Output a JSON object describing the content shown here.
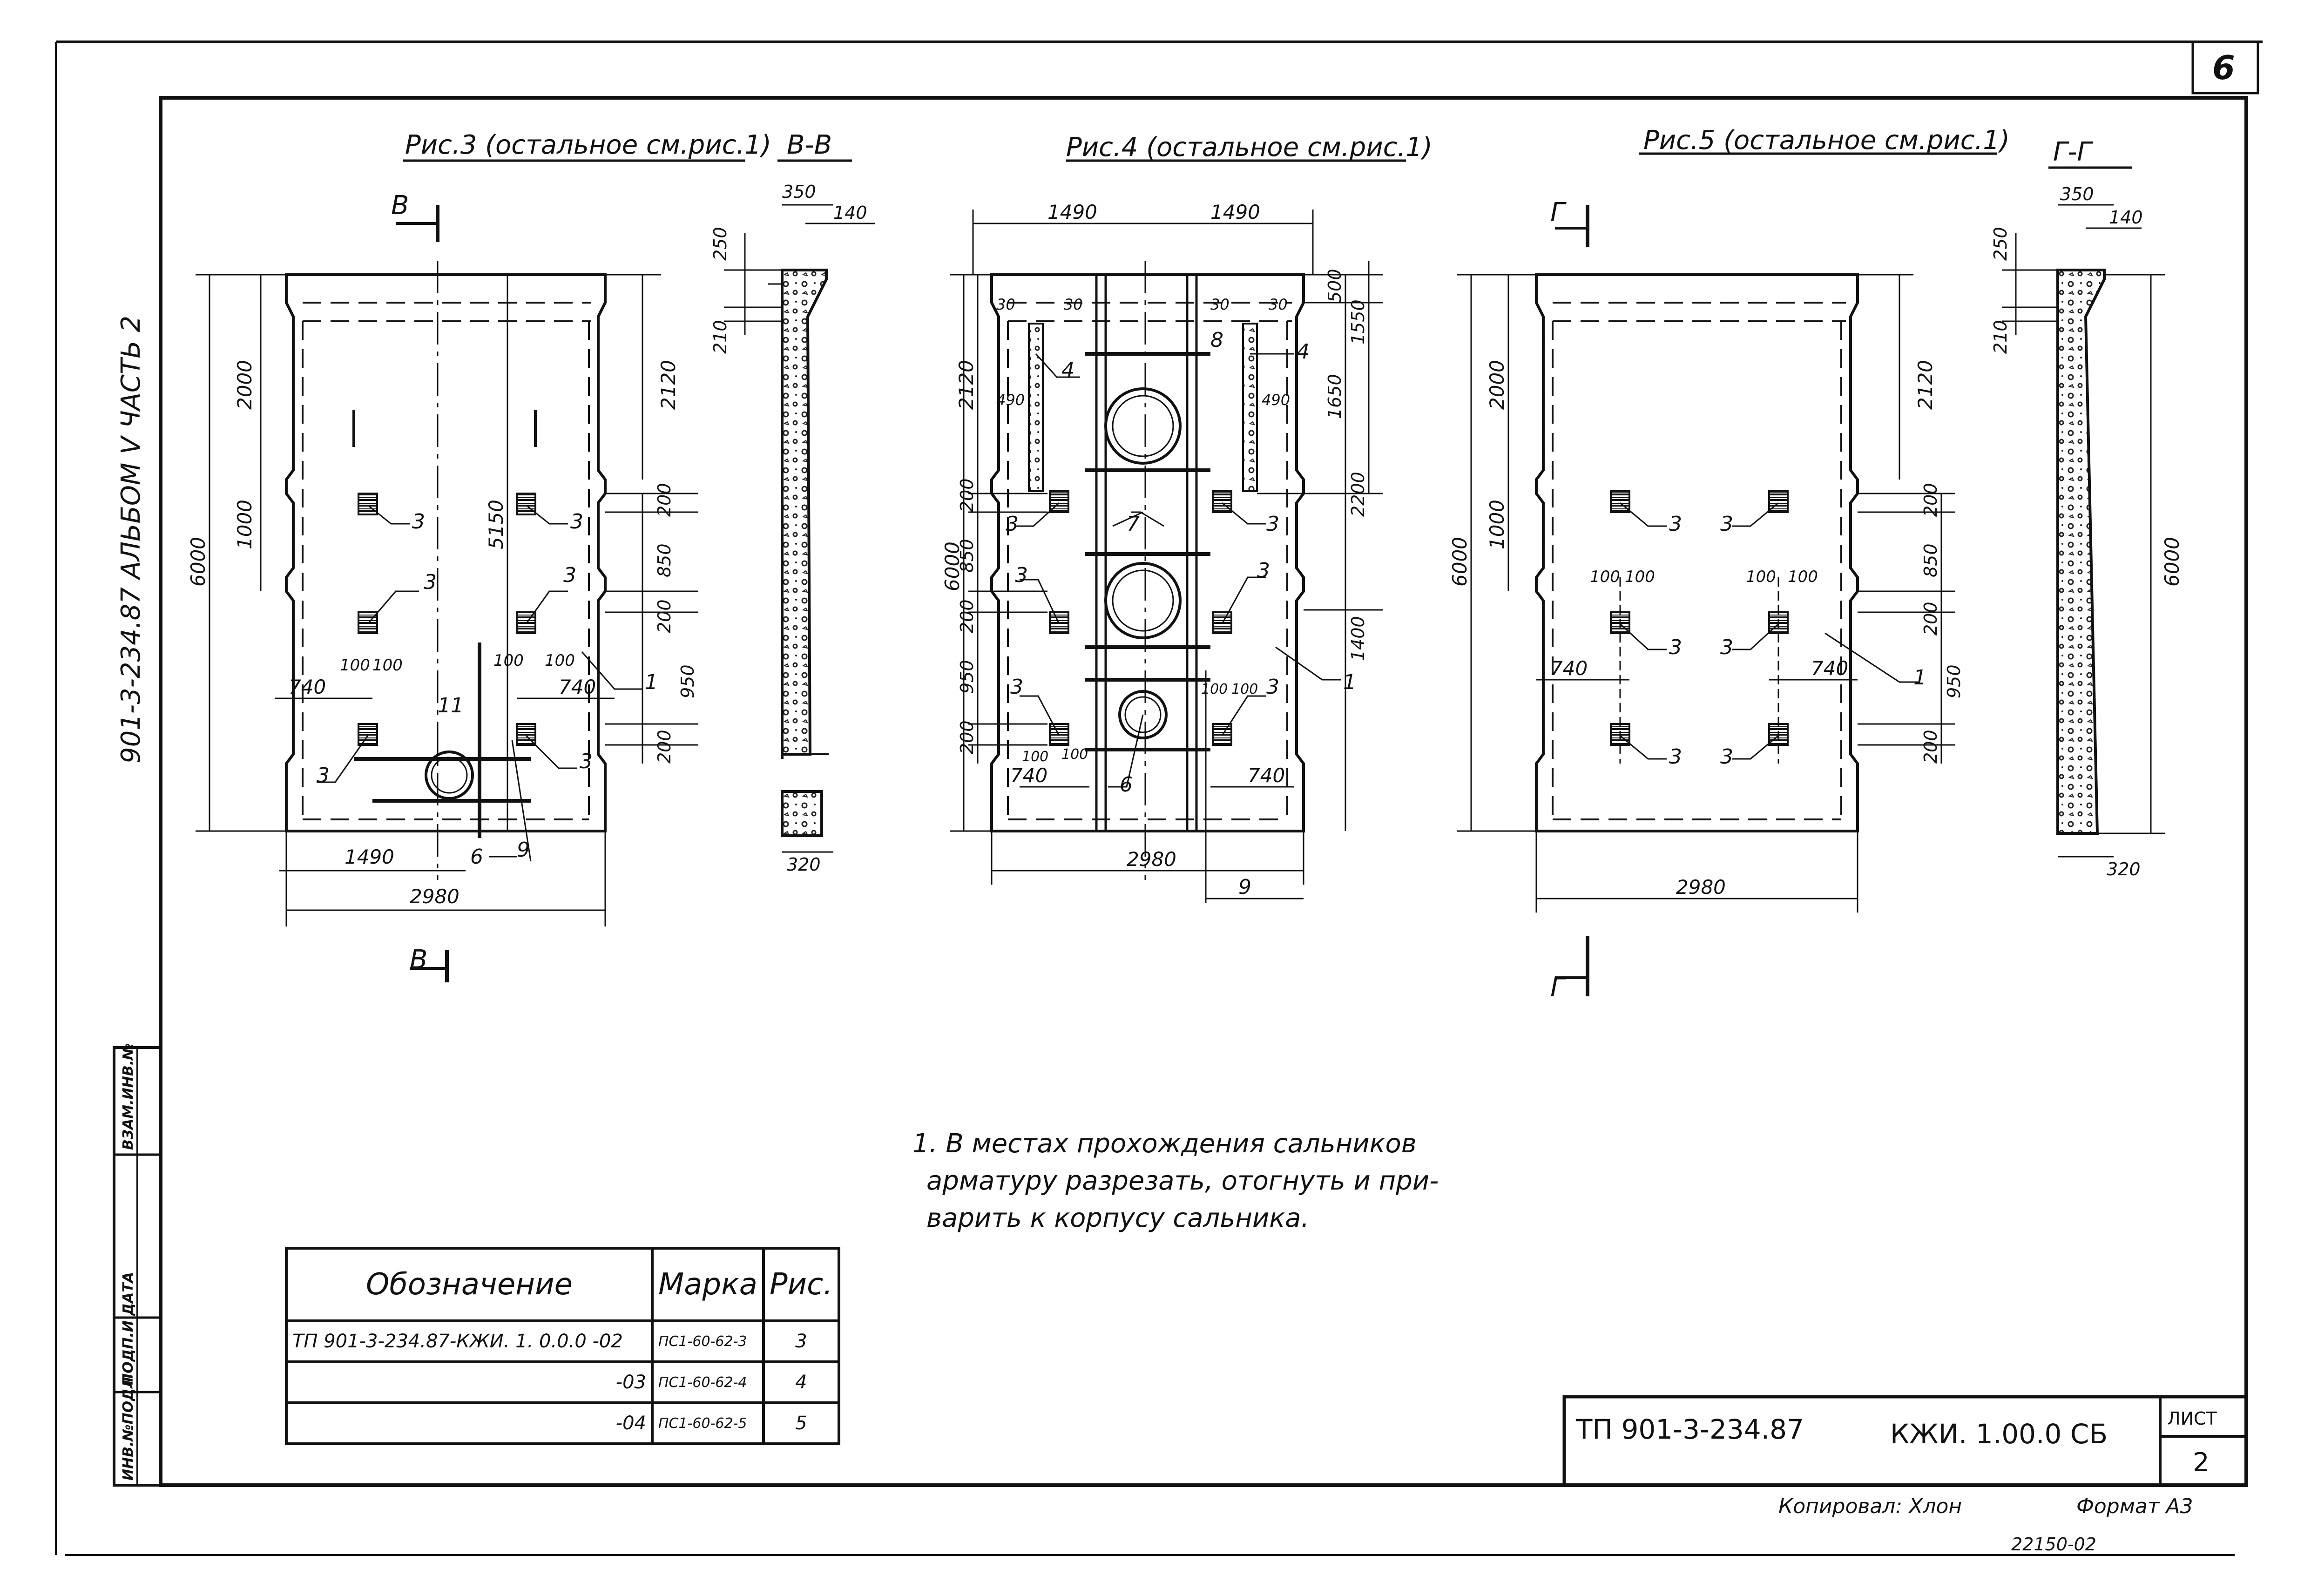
{
  "sheet_number": "6",
  "side_label": "901-3-234.87  АЛЬБОМ V  ЧАСТЬ 2",
  "stamp_column": [
    "ИНВ.№ПОДЛ",
    "ПОДП.И ДАТА",
    "ВЗАМ.ИНВ.№"
  ],
  "fig3": {
    "title": "Рис.3 (остальное см.рис.1)",
    "section": "В-В",
    "section_mark": "В",
    "dims": {
      "top_350": "350",
      "top_140": "140",
      "bot_320": "320",
      "d250": "250",
      "d210": "210",
      "left_6000": "6000",
      "left_2000": "2000",
      "left_1000": "1000",
      "mid_5150": "5150",
      "right_2120": "2120",
      "r200a": "200",
      "r850": "850",
      "r200b": "200",
      "r950": "950",
      "r200c": "200",
      "w740a": "740",
      "w740b": "740",
      "w100a": "100",
      "w100b": "100",
      "w100c": "100",
      "w100d": "100",
      "w1490": "1490",
      "w2980": "2980"
    },
    "callouts": {
      "c1": "1",
      "c3a": "3",
      "c3b": "3",
      "c3c": "3",
      "c3d": "3",
      "c3e": "3",
      "c3f": "3",
      "c6": "6",
      "c9": "9",
      "c11": "11"
    }
  },
  "fig4": {
    "title": "Рис.4 (остальное см.рис.1)",
    "dims": {
      "top1490a": "1490",
      "top1490b": "1490",
      "d30a": "30",
      "d30b": "30",
      "d30c": "30",
      "d30d": "30",
      "d490a": "490",
      "d490b": "490",
      "l6000": "6000",
      "l2120": "2120",
      "l200a": "200",
      "l850": "850",
      "l200b": "200",
      "l950": "950",
      "l200c": "200",
      "r500": "500",
      "r1550": "1550",
      "r1650": "1650",
      "r2200": "2200",
      "r1400": "1400",
      "b740a": "740",
      "b740b": "740",
      "b100a": "100",
      "b100b": "100",
      "b100c": "100",
      "b100d": "100",
      "b2980": "2980"
    },
    "callouts": {
      "c1": "1",
      "c3a": "3",
      "c3b": "3",
      "c3c": "3",
      "c3d": "3",
      "c3e": "3",
      "c3f": "3",
      "c4a": "4",
      "c4b": "4",
      "c6": "6",
      "c7": "7",
      "c8": "8",
      "c9": "9"
    }
  },
  "fig5": {
    "title": "Рис.5 (остальное см.рис.1)",
    "section": "Г-Г",
    "section_mark": "Г",
    "dims": {
      "top_350": "350",
      "top_140": "140",
      "bot_320": "320",
      "d250": "250",
      "d210": "210",
      "r6000": "6000",
      "l6000": "6000",
      "l2000": "2000",
      "l1000": "1000",
      "r2120": "2120",
      "r200a": "200",
      "r850": "850",
      "r200b": "200",
      "r950": "950",
      "r200c": "200",
      "w740a": "740",
      "w740b": "740",
      "w100a": "100",
      "w100b": "100",
      "w100c": "100",
      "w100d": "100",
      "w2980": "2980"
    },
    "callouts": {
      "c1": "1",
      "c3a": "3",
      "c3b": "3",
      "c3c": "3",
      "c3d": "3",
      "c3e": "3",
      "c3f": "3"
    }
  },
  "note": {
    "line1": "1. В местах прохождения сальников",
    "line2": "арматуру разрезать, отогнуть и при-",
    "line3": "варить к корпусу сальника."
  },
  "table": {
    "headers": [
      "Обозначение",
      "Марка",
      "Рис."
    ],
    "rows": [
      {
        "designation": "ТП 901-3-234.87-КЖИ. 1. 0.0.0  -02",
        "mark": "ПС1-60-62-3",
        "fig": "3"
      },
      {
        "designation": "-03",
        "mark": "ПС1-60-62-4",
        "fig": "4"
      },
      {
        "designation": "-04",
        "mark": "ПС1-60-62-5",
        "fig": "5"
      }
    ]
  },
  "title_block": {
    "project": "ТП 901-3-234.87",
    "code": "КЖИ. 1.00.0 СБ",
    "sheet_label": "ЛИСТ",
    "sheet_value": "2"
  },
  "footer": {
    "copied": "Копировал: Хлон",
    "format": "Формат А3",
    "number": "22150-02"
  }
}
